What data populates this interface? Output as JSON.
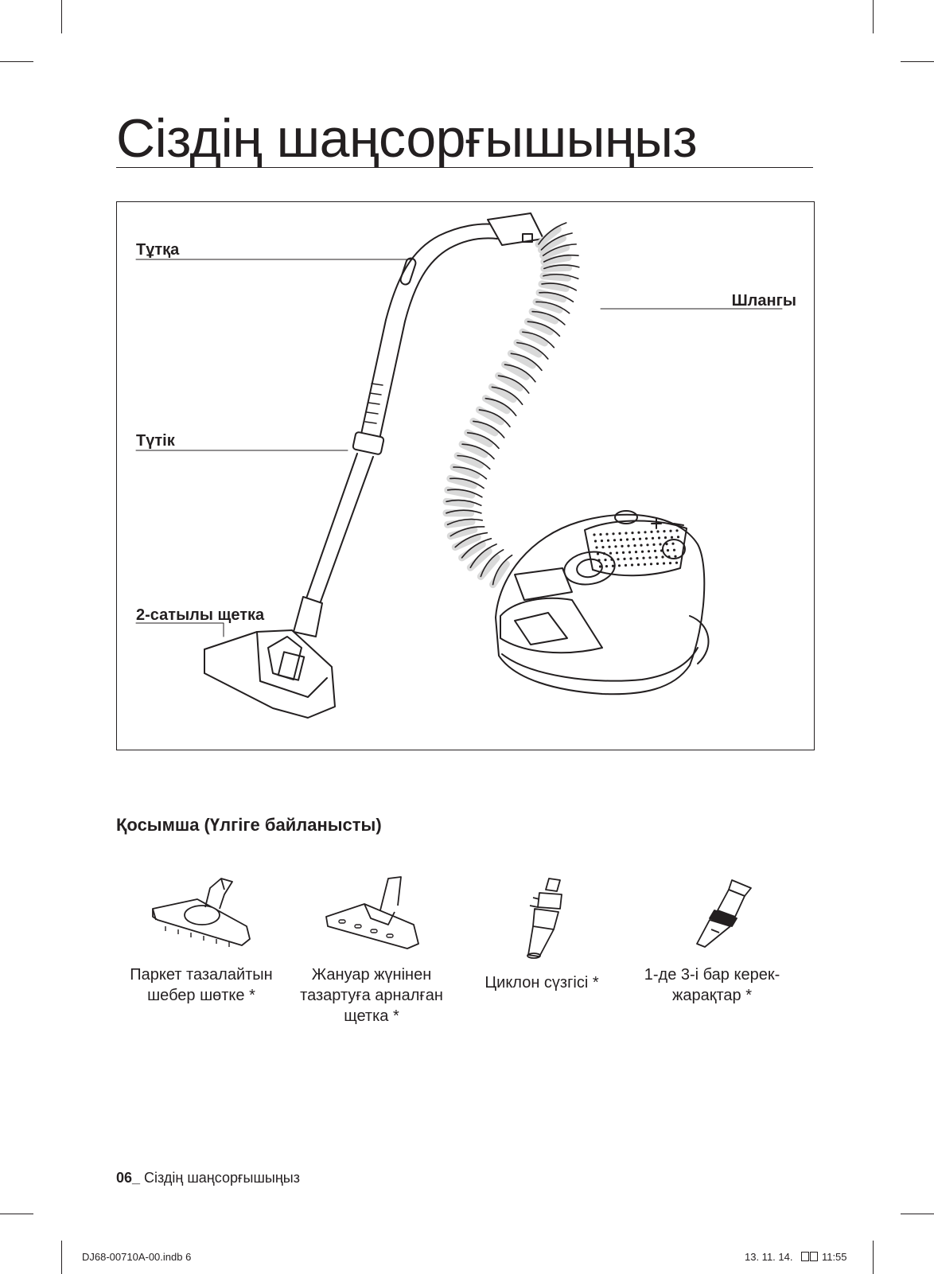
{
  "page": {
    "title": "Сіздің шаңсорғышыңыз"
  },
  "diagram": {
    "callouts": {
      "handle": "Тұтқа",
      "pipe": "Түтік",
      "hose": "Шлангы",
      "brush": "2-сатылы щетка"
    }
  },
  "accessories": {
    "heading": "Қосымша (Үлгіге байланысты)",
    "items": [
      {
        "label": "Паркет тазалайтын\nшебер шөтке *",
        "icon": "parquet-brush-icon"
      },
      {
        "label": "Жануар жүнінен\nтазартуға арналған\nщетка *",
        "icon": "pet-brush-icon"
      },
      {
        "label": "Циклон сүзгісі *",
        "icon": "cyclone-filter-icon"
      },
      {
        "label": "1-де 3-і бар керек-\nжарақтар *",
        "icon": "3in1-tool-icon"
      }
    ]
  },
  "footer": {
    "page_number": "06_",
    "section": " Сіздің шаңсорғышыңыз",
    "slug_file": "DJ68-00710A-00.indb   6",
    "slug_date": "13. 11. 14.",
    "slug_time": "11:55"
  }
}
